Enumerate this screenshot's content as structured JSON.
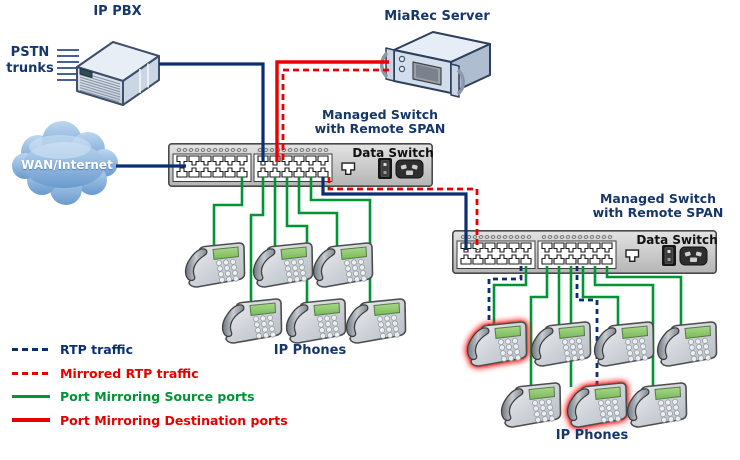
{
  "labels": {
    "ip_pbx": "IP PBX",
    "pstn_trunks": "PSTN\ntrunks",
    "miarec_server": "MiaRec Server",
    "wan_internet": "WAN/Internet",
    "switch1_title": "Managed Switch\nwith Remote SPAN",
    "switch2_title": "Managed Switch\nwith Remote SPAN",
    "switch1_panel": "Data Switch",
    "switch2_panel": "Data Switch",
    "phones_left": "IP Phones",
    "phones_right": "IP Phones"
  },
  "legend": {
    "items": [
      {
        "label": "RTP traffic",
        "line_style": "dashed",
        "color": "#0b2e73"
      },
      {
        "label": "Mirrored RTP traffic",
        "line_style": "dashed",
        "color": "#e80000"
      },
      {
        "label": "Port Mirroring Source ports",
        "line_style": "solid",
        "color": "#009434"
      },
      {
        "label": "Port Mirroring Destination ports",
        "line_style": "solid",
        "color": "#e80000"
      }
    ]
  },
  "devices": {
    "ip_phones_left_count": 6,
    "ip_phones_right_count": 7,
    "recorded_phones_highlighted": 2,
    "switches_count": 2,
    "ports_per_switch_group": 12
  },
  "colors": {
    "navy_line": "#0b2e73",
    "navy_text": "#16376b",
    "red_line": "#e80000",
    "green_line": "#009434",
    "panel_text": "#111111",
    "wan_text": "#ffffff"
  }
}
